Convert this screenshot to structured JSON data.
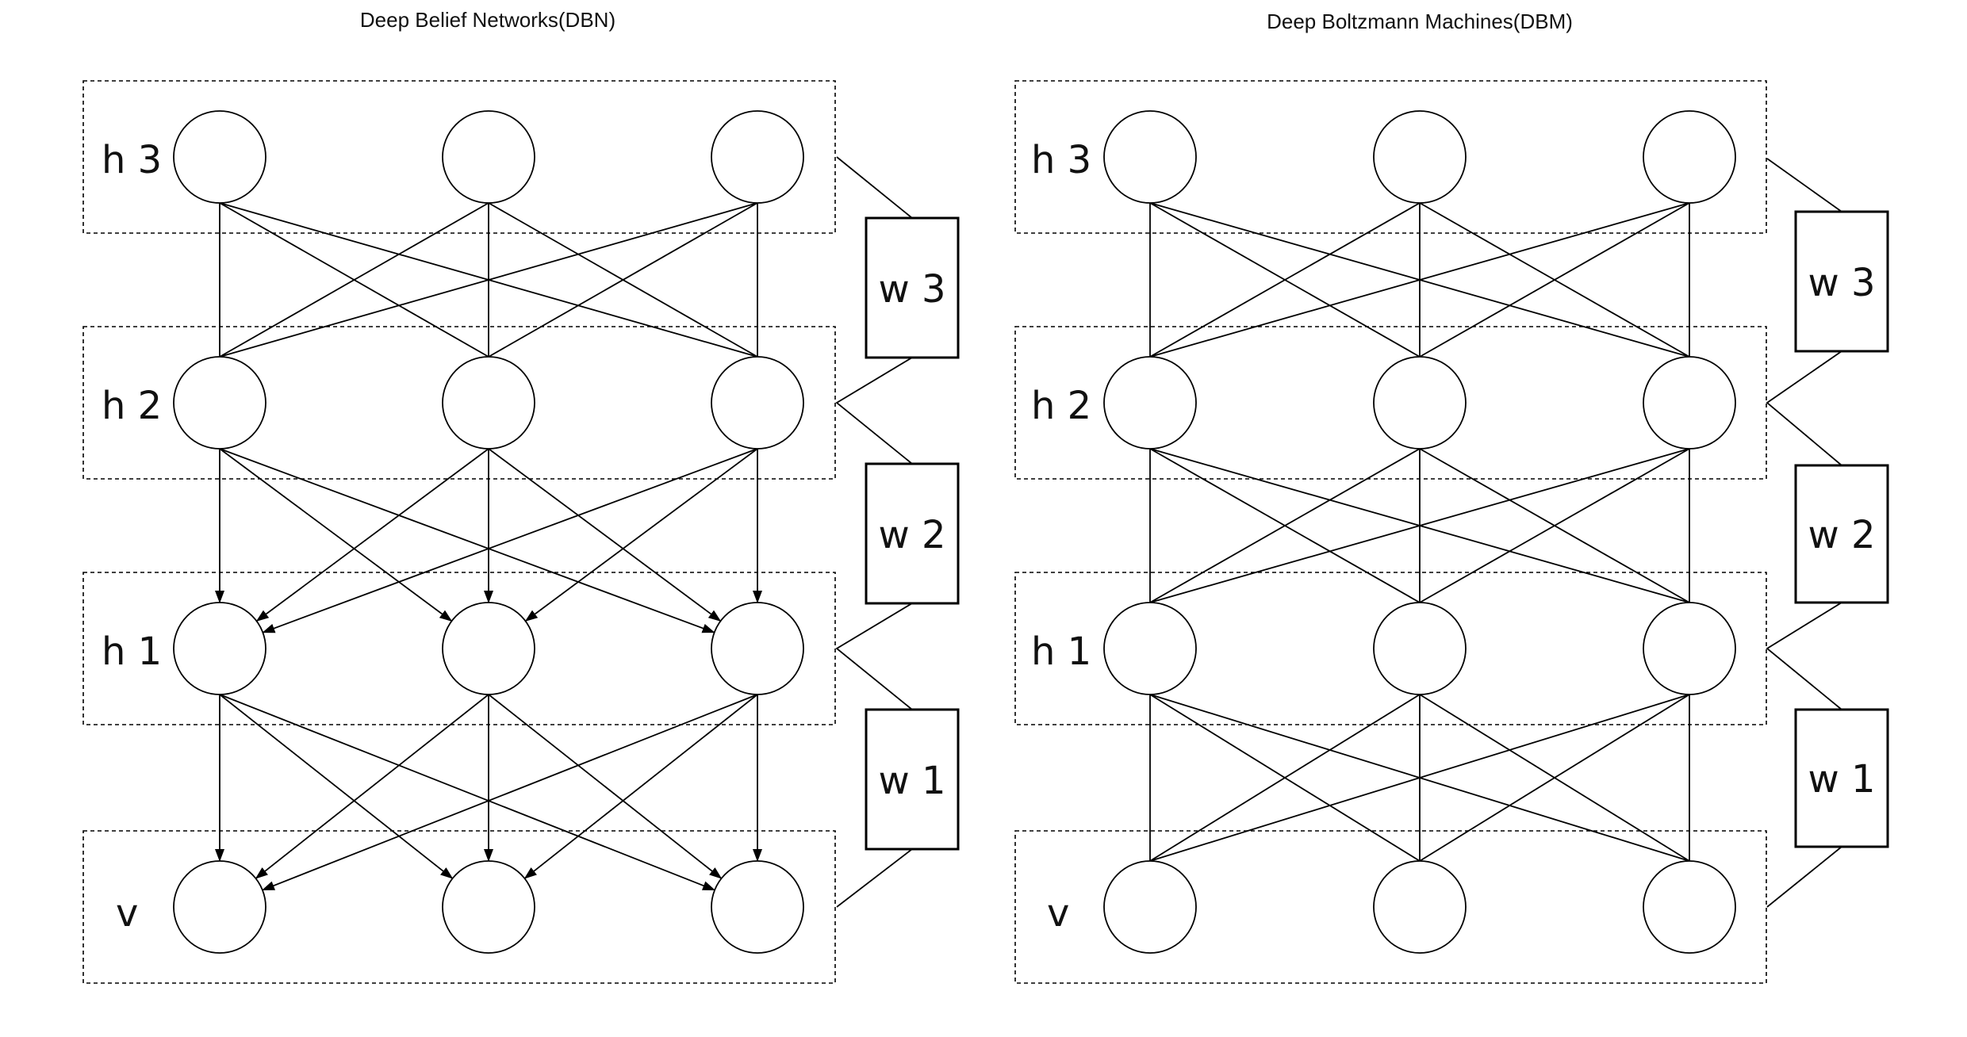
{
  "colors": {
    "stroke": "#000000",
    "background": "#ffffff",
    "text": "#111111"
  },
  "panels": [
    {
      "id": "dbn",
      "title": "Deep Belief Networks(DBN)",
      "layers": [
        "h 3",
        "h 2",
        "h 1",
        "v"
      ],
      "weights": [
        "w 3",
        "w 2",
        "w 1"
      ],
      "directed_layers": [
        "h 2",
        "h 1"
      ]
    },
    {
      "id": "dbm",
      "title": "Deep Boltzmann Machines(DBM)",
      "layers": [
        "h 3",
        "h 2",
        "h 1",
        "v"
      ],
      "weights": [
        "w 3",
        "w 2",
        "w 1"
      ],
      "directed_layers": []
    }
  ]
}
